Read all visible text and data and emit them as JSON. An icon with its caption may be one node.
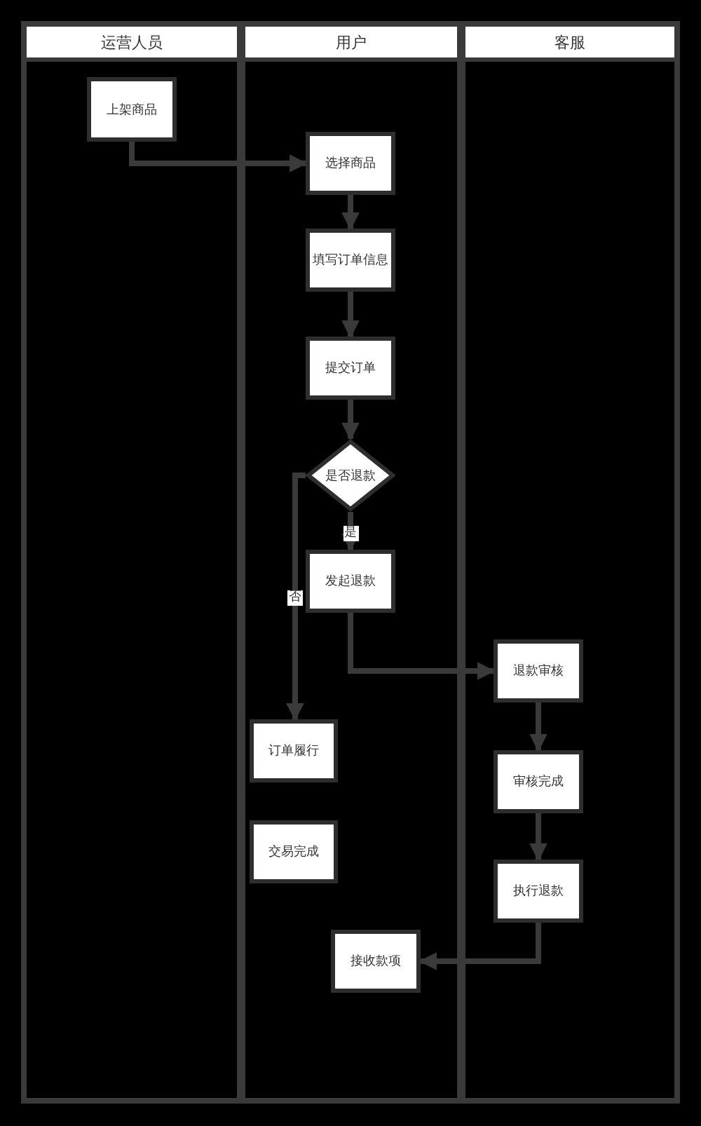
{
  "diagram": {
    "nodes": [
      {
        "text": [
          "运营人员"
        ]
      },
      {
        "text": [
          "用户"
        ]
      },
      {
        "text": [
          "客服"
        ]
      },
      {
        "text": [
          "上架商品"
        ],
        "in": 0
      },
      {
        "text": [
          "选择商品"
        ],
        "in": 1
      },
      {
        "text": [
          "填写订单信息"
        ],
        "in": 1
      },
      {
        "text": [
          "提交订单"
        ],
        "in": 1
      },
      {
        "text": [
          "是否退款"
        ],
        "in": 1
      },
      {
        "text": [
          "发起退款"
        ],
        "in": 1
      },
      {
        "text": [
          "订单履行"
        ],
        "in": 1
      },
      {
        "text": [
          "交易完成"
        ],
        "in": 1
      },
      {
        "text": [
          "退款审核"
        ],
        "in": 2
      },
      {
        "text": [
          "审核完成"
        ],
        "in": 2
      },
      {
        "text": [
          "执行退款"
        ],
        "in": 2
      },
      {
        "text": [
          "接收款项"
        ],
        "in": 1
      }
    ],
    "edges": [
      {
        "from": 3,
        "to": 4,
        "arrow": "to"
      },
      {
        "from": 4,
        "to": 5,
        "arrow": "to"
      },
      {
        "from": 5,
        "to": 6,
        "arrow": "to"
      },
      {
        "from": 6,
        "to": 7,
        "arrow": "to"
      },
      {
        "from": 7,
        "to": 8,
        "arrow": "to",
        "label": "是"
      },
      {
        "from": 7,
        "to": 9,
        "arrow": "to",
        "label": "否"
      },
      {
        "from": 8,
        "to": 11,
        "arrow": "to"
      },
      {
        "from": 11,
        "to": 12,
        "arrow": "to"
      },
      {
        "from": 12,
        "to": 13,
        "arrow": "to"
      },
      {
        "from": 13,
        "to": 14,
        "arrow": "to"
      }
    ]
  }
}
